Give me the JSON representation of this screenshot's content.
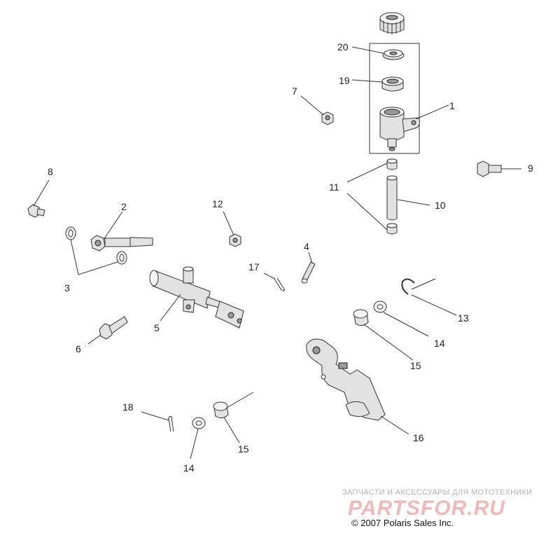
{
  "callouts": {
    "c1": "1",
    "c2": "2",
    "c3": "3",
    "c4": "4",
    "c5": "5",
    "c6": "6",
    "c7": "7",
    "c8": "8",
    "c9": "9",
    "c10": "10",
    "c11": "11",
    "c12": "12",
    "c13": "13",
    "c14a": "14",
    "c14b": "14",
    "c15a": "15",
    "c15b": "15",
    "c16": "16",
    "c17": "17",
    "c18": "18",
    "c19": "19",
    "c20": "20"
  },
  "watermark": {
    "tagline": "ЗАПЧАСТИ И АКСЕССУАРЫ ДЛЯ МОТОТЕХНИКИ",
    "logo": "PARTSFOR.RU"
  },
  "copyright": "© 2007 Polaris Sales Inc."
}
